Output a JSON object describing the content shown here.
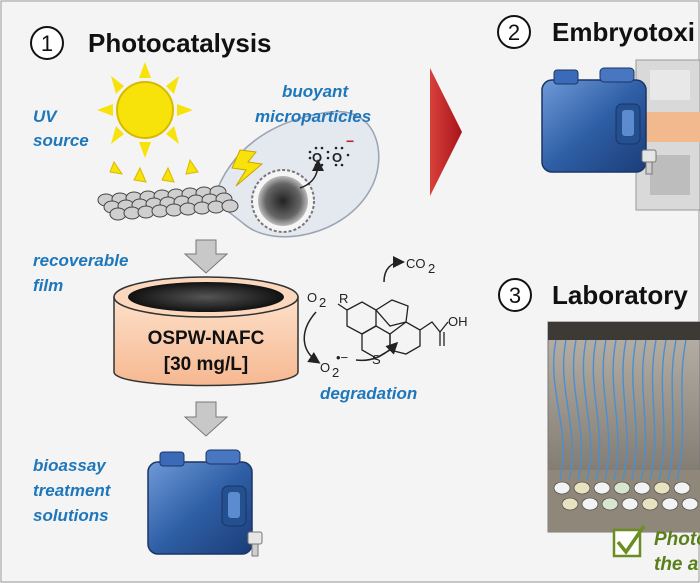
{
  "section1": {
    "number": "1",
    "title": "Photocatalysis"
  },
  "section2": {
    "number": "2",
    "title": "Embryotoxi"
  },
  "section3": {
    "number": "3",
    "title": "Laboratory"
  },
  "labels": {
    "uv_source": [
      "UV",
      "source"
    ],
    "buoyant_microparticles": [
      "buoyant",
      "microparticles"
    ],
    "recoverable_film": [
      "recoverable",
      "film"
    ],
    "degradation": "degradation",
    "bioassay_treatment_solutions": [
      "bioassay",
      "treatment",
      "solutions"
    ]
  },
  "beaker": {
    "line1": "OSPW-NAFC",
    "line2": "[30 mg/L]"
  },
  "chemistry": {
    "o2": "O",
    "o2_sub": "2",
    "superoxide": "O",
    "superoxide_sub": "2",
    "superoxide_sup": "•−",
    "co2": "CO",
    "co2_sub": "2",
    "r_group": "R",
    "s_atom": "S",
    "oh": "OH",
    "o_dot_left": "O",
    "o_dot_right": "O",
    "minus_sign": "−"
  },
  "checklist": {
    "line1": "Photo",
    "line2": "the a"
  },
  "colors": {
    "panel_bg": "#f4f4f4",
    "label_blue": "#1f77bb",
    "arrow_red": "#c0201e",
    "beaker_fill": "#f8c9a8",
    "check_green": "#6b8e23",
    "sun_yellow": "#f7e20a",
    "jug_blue": "#2f5fa6"
  },
  "icons": [
    "sun-icon",
    "lightning-icon",
    "arrow-right-icon",
    "checkbox-icon",
    "water-jug-icon"
  ]
}
